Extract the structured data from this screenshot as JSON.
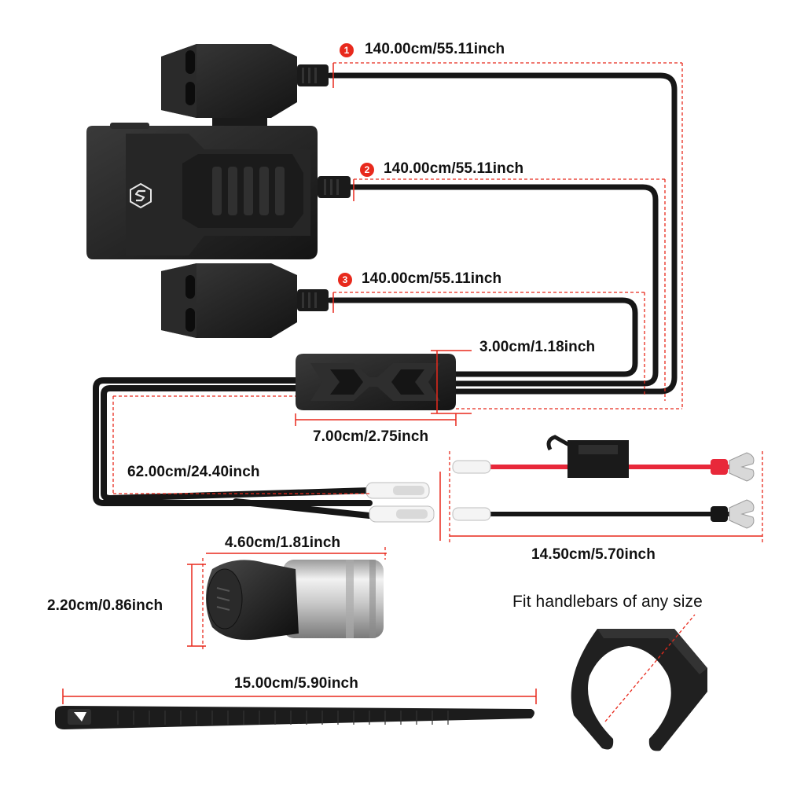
{
  "cable_labels": [
    {
      "number": "1",
      "text": "140.00cm/55.11inch"
    },
    {
      "number": "2",
      "text": "140.00cm/55.11inch"
    },
    {
      "number": "3",
      "text": "140.00cm/55.11inch"
    }
  ],
  "fuse_box": {
    "height_text": "3.00cm/1.18inch",
    "width_text": "7.00cm/2.75inch"
  },
  "main_cable_text": "62.00cm/24.40inch",
  "battery_leads_text": "14.50cm/5.70inch",
  "plug": {
    "length_text": "4.60cm/1.81inch",
    "diameter_text": "2.20cm/0.86inch"
  },
  "cable_tie_text": "15.00cm/5.90inch",
  "mount_ring_caption": "Fit handlebars of any size",
  "colors": {
    "dimension_line": "#e8291c",
    "positive_wire": "#e8283a",
    "device_body": "#1e1e1e",
    "badge": "#e8291c"
  },
  "icons": [
    "brand-logo-icon",
    "fuse-icon",
    "plug-icon",
    "ring-terminal-icon",
    "cable-tie-icon",
    "handlebar-mount-icon"
  ]
}
